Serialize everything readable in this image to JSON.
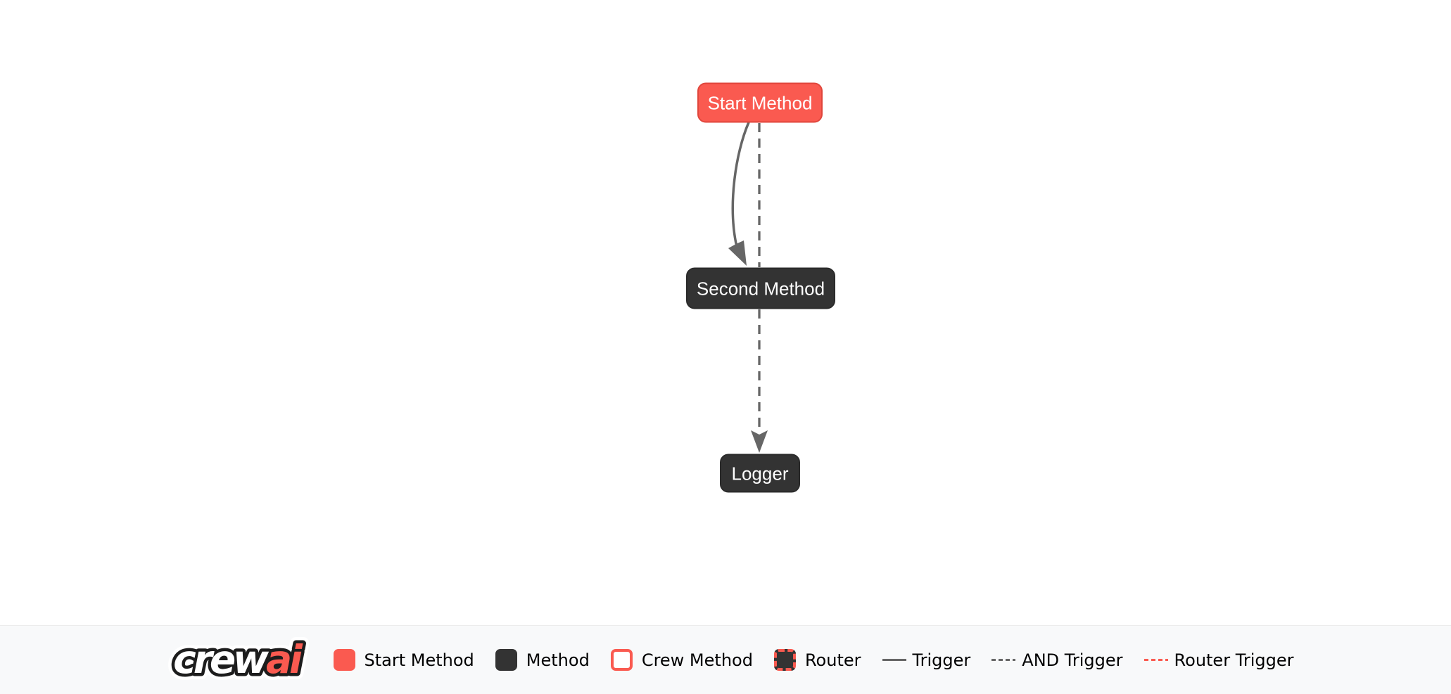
{
  "colors": {
    "brand_red": "#FA5A50",
    "node_dark": "#333333",
    "edge_gray": "#666666",
    "footer_background": "#F8F9FA",
    "canvas_background": "#FFFFFF",
    "node_label_text": "#FFFFFF",
    "legend_text": "#000000"
  },
  "diagram": {
    "nodes": [
      {
        "label": "Start Method",
        "type": "start-method"
      },
      {
        "label": "Second Method",
        "type": "method"
      },
      {
        "label": "Logger",
        "type": "method"
      }
    ],
    "edges": [
      {
        "from": "Start Method",
        "to": "Second Method",
        "type": "trigger",
        "line": "solid-curved-arrow"
      },
      {
        "from": "Start Method",
        "to": "Second Method",
        "type": "and-trigger",
        "line": "dashed"
      },
      {
        "from": "Second Method",
        "to": "Logger",
        "type": "and-trigger",
        "line": "dashed-arrow"
      }
    ]
  },
  "legend": {
    "logo": {
      "full": "crewai",
      "text_white": "crew",
      "text_red": "ai"
    },
    "items": [
      {
        "label": "Start Method",
        "swatch": "start-node-square"
      },
      {
        "label": "Method",
        "swatch": "method-node-square"
      },
      {
        "label": "Crew Method",
        "swatch": "crew-node-square"
      },
      {
        "label": "Router",
        "swatch": "router-node-square"
      },
      {
        "label": "Trigger",
        "swatch": "solid-line"
      },
      {
        "label": "AND Trigger",
        "swatch": "dashed-line"
      },
      {
        "label": "Router Trigger",
        "swatch": "red-dashed-line"
      }
    ]
  }
}
